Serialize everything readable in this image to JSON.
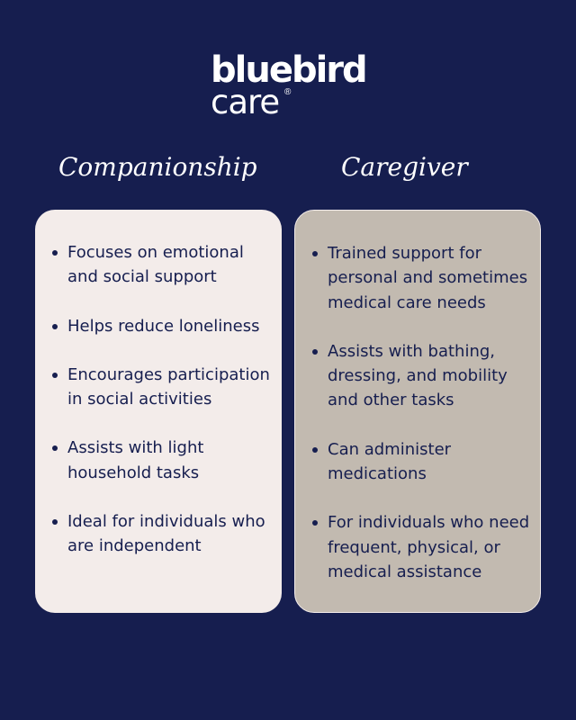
{
  "brand": {
    "line1": "bluebird",
    "line2": "care",
    "mark": "®"
  },
  "columns": [
    {
      "title": "Companionship",
      "items": [
        "Focuses on emotional and social support",
        "Helps reduce loneliness",
        "Encourages participation in social activities",
        "Assists with light household tasks",
        "Ideal for individuals who are independent"
      ]
    },
    {
      "title": "Caregiver",
      "items": [
        "Trained support for personal and sometimes medical care needs",
        "Assists with bathing, dressing, and mobility and other tasks",
        "Can administer medications",
        "For individuals who need frequent, physical, or medical assistance"
      ]
    }
  ],
  "colors": {
    "background": "#161e4f",
    "card_left": "#f3ecea",
    "card_right": "#c2bab0",
    "text_dark": "#161e4f",
    "text_light": "#ffffff"
  }
}
